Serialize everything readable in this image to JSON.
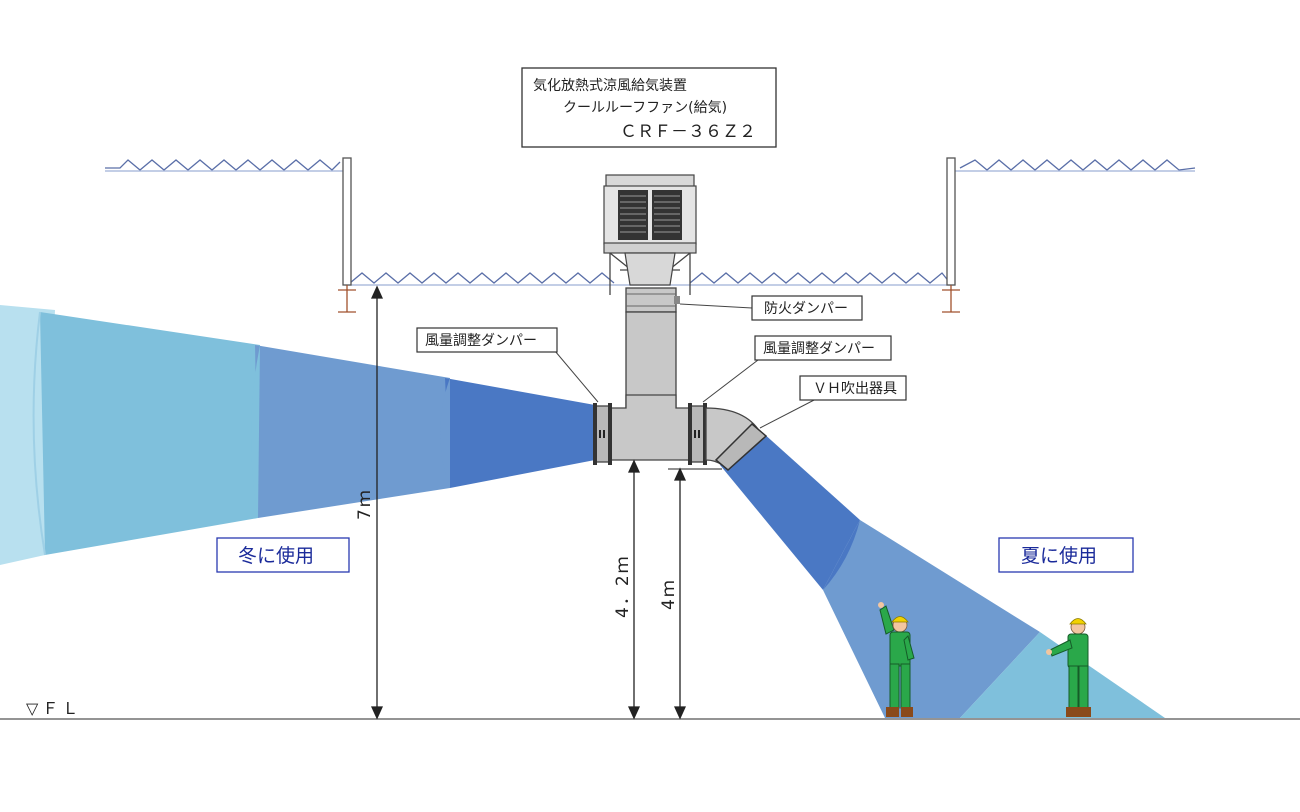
{
  "title_box": {
    "line1": "気化放熱式涼風給気装置",
    "line2": "クールルーフファン(給気)",
    "line3": "ＣＲＦ－３６Ｚ２"
  },
  "callouts": {
    "fire_damper": "防火ダンパー",
    "volume_damper_left": "風量調整ダンパー",
    "volume_damper_right": "風量調整ダンパー",
    "vh_outlet": "ＶＨ吹出器具"
  },
  "dimensions": {
    "ceiling_height": "7ｍ",
    "outlet_height": "4．2ｍ",
    "outlet_bottom_height": "4ｍ"
  },
  "floor_label": "▽ＦＬ",
  "seasons": {
    "winter": "冬に使用",
    "summer": "夏に使用"
  },
  "colors": {
    "airflow_dark": "#4a78c4",
    "airflow_mid": "#6f9bd0",
    "airflow_light": "#7fc0dc",
    "airflow_pale": "#b8e0ef",
    "duct": "#c8c8c8",
    "season_text": "#1a2a9a",
    "season_border": "#2a3ab0",
    "worker_body": "#2aa84a",
    "worker_helmet": "#f2d200"
  }
}
